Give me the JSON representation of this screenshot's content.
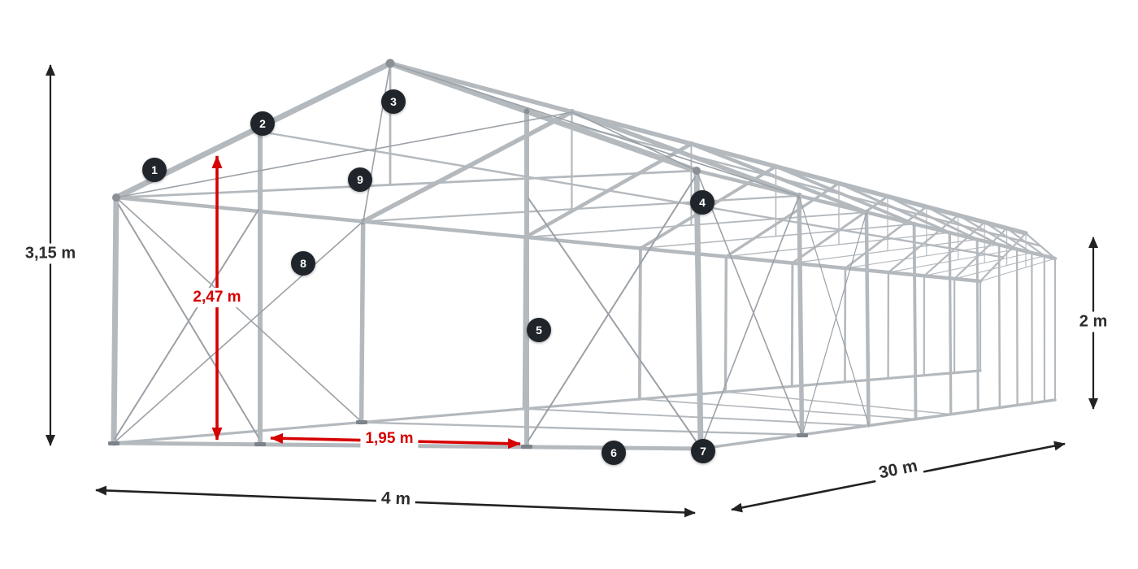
{
  "diagram": {
    "badges": [
      "1",
      "2",
      "3",
      "4",
      "5",
      "6",
      "7",
      "8",
      "9"
    ],
    "dimensions": {
      "total_height": "3,15 m",
      "clearance_height": "2,47 m",
      "clearance_width": "1,95 m",
      "side_height": "2 m",
      "width": "4 m",
      "length": "30 m"
    },
    "colors": {
      "dimension_accent": "#d60000",
      "dimension_text": "#2d2d2d",
      "frame_tube": "#b4b9be",
      "frame_brace": "#9ba1a7",
      "badge_background": "#20252b",
      "badge_text": "#ffffff"
    }
  }
}
